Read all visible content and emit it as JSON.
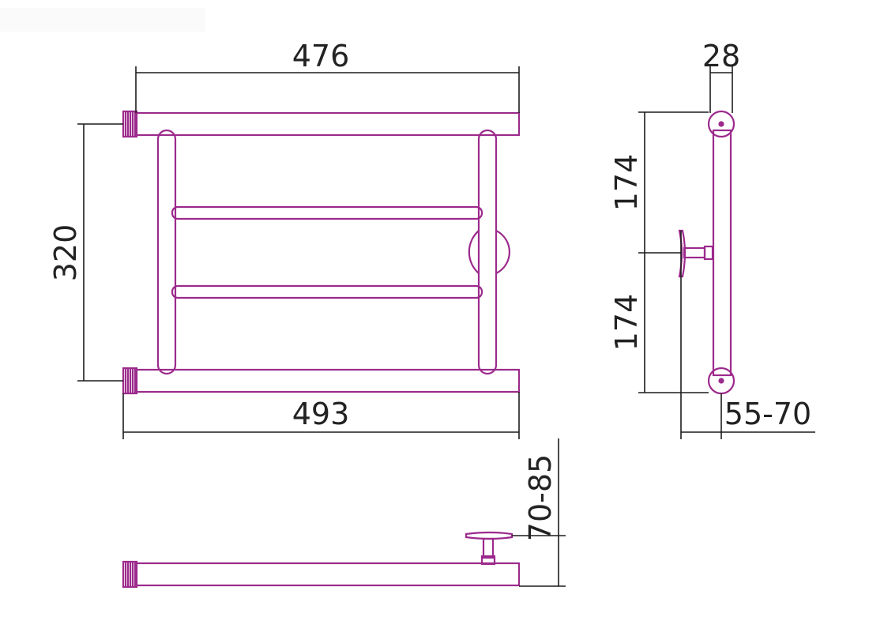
{
  "colors": {
    "outline": "#9c2a8c",
    "dimension_line": "#1c1c1c",
    "text": "#222222",
    "background": "#ffffff"
  },
  "front_view": {
    "top_width": "476",
    "bottom_width": "493",
    "height": "320"
  },
  "side_view": {
    "depth_top": "28",
    "upper_half": "174",
    "lower_half": "174",
    "wall_distance": "55-70"
  },
  "top_view": {
    "wall_offset": "70-85"
  }
}
